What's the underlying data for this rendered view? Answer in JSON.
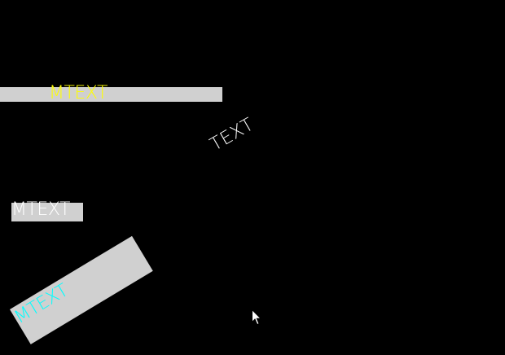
{
  "drawing": {
    "background_color": "#000000",
    "entities": [
      {
        "type": "MTEXT",
        "text": "MTEXT",
        "text_color": "#ffff00",
        "background_color": "#d0d0d0",
        "rotation_deg": 0
      },
      {
        "type": "TEXT",
        "text": "TEXT",
        "text_color": "#ffffff",
        "rotation_deg": 30
      },
      {
        "type": "MTEXT",
        "text": "MTEXT",
        "text_color": "#ffffff",
        "background_color": "#d0d0d0",
        "rotation_deg": 0
      },
      {
        "type": "MTEXT",
        "text": "MTEXT",
        "text_color": "#00ffff",
        "background_color": "#d0d0d0",
        "rotation_deg": 31
      }
    ]
  },
  "cursor": {
    "icon": "arrow-pointer-icon",
    "color": "#ffffff"
  }
}
